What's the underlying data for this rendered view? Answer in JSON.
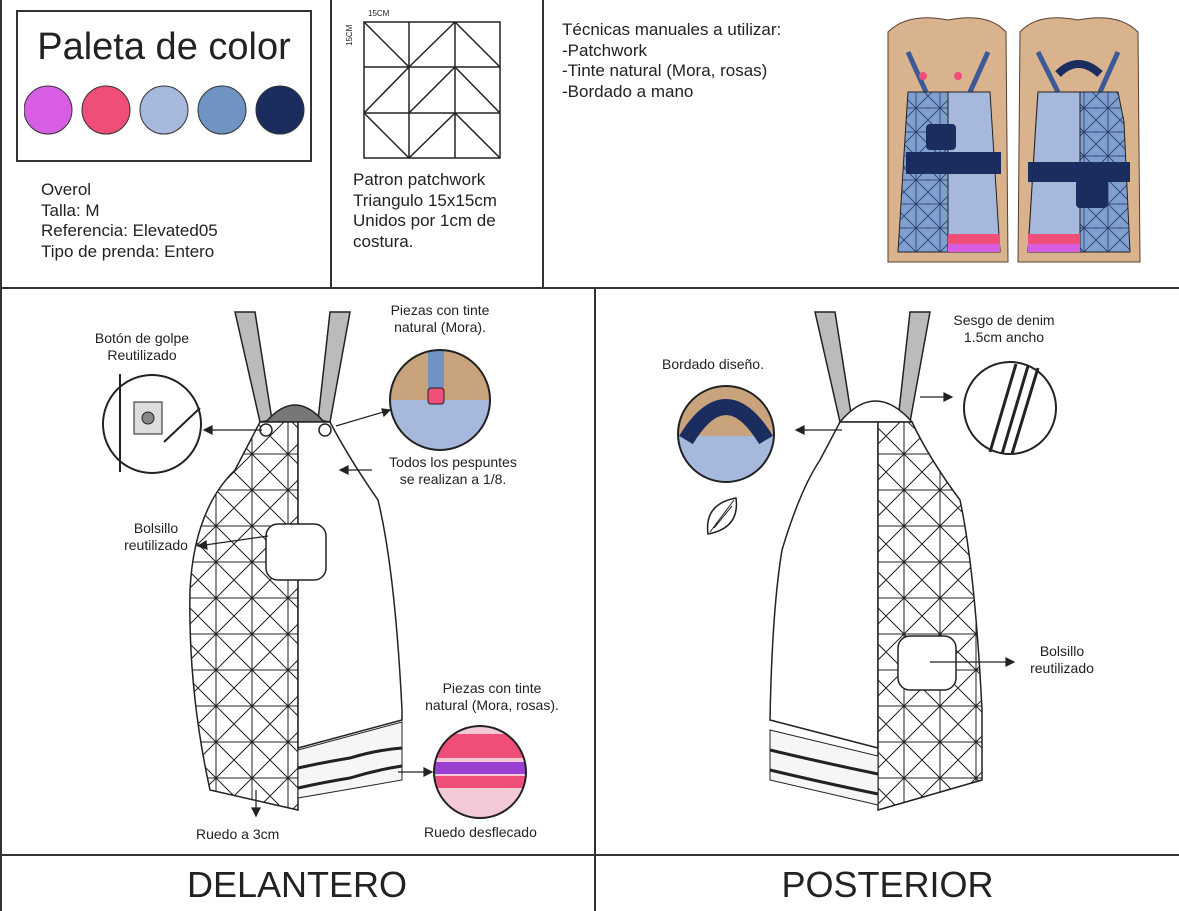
{
  "palette": {
    "title": "Paleta de color",
    "colors": [
      "#d75ee3",
      "#ef4e79",
      "#a6b8dc",
      "#6f93c2",
      "#1b2c5e"
    ]
  },
  "garment": {
    "type": "Overol",
    "size": "Talla: M",
    "reference": "Referencia: Elevated05",
    "category": "Tipo de prenda: Entero"
  },
  "pattern": {
    "dim_top": "15CM",
    "dim_side": "15CM",
    "line1": "Patron patchwork",
    "line2": "Triangulo 15x15cm",
    "line3": "Unidos por 1cm de",
    "line4": "costura."
  },
  "techniques": {
    "title": "Técnicas manuales a utilizar:",
    "items": [
      "-Patchwork",
      "-Tinte natural (Mora, rosas)",
      "-Bordado a mano"
    ]
  },
  "front_notes": {
    "button_1": "Botón de golpe",
    "button_2": "Reutilizado",
    "dye_1": "Piezas con tinte",
    "dye_2": "natural (Mora).",
    "stitch_1": "Todos los pespuntes",
    "stitch_2": "se realizan a 1/8.",
    "pocket_1": "Bolsillo",
    "pocket_2": "reutilizado",
    "dye2_1": "Piezas con tinte",
    "dye2_2": "natural (Mora, rosas).",
    "hem": "Ruedo a 3cm",
    "frayed": "Ruedo desflecado"
  },
  "back_notes": {
    "embroidery": "Bordado diseño.",
    "bias_1": "Sesgo de denim",
    "bias_2": "1.5cm ancho",
    "pocket_1": "Bolsillo",
    "pocket_2": "reutilizado"
  },
  "labels": {
    "front": "DELANTERO",
    "back": "POSTERIOR"
  }
}
